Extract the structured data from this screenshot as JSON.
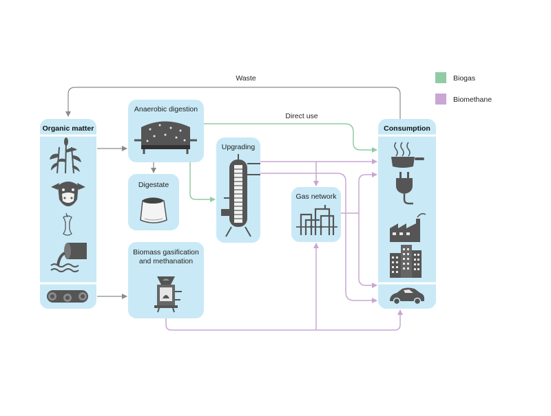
{
  "legend": {
    "biogas": "Biogas",
    "biomethane": "Biomethane"
  },
  "colors": {
    "biogas": "#8fcca4",
    "biomethane": "#c9a6d4",
    "flow": "#8a8a8a",
    "box": "#c9e9f6",
    "icon": "#555555"
  },
  "nodes": {
    "organic_matter": "Organic matter",
    "anaerobic_digestion": "Anaerobic digestion",
    "digestate": "Digestate",
    "upgrading": "Upgrading",
    "gas_network": "Gas network",
    "biomass_gasification_line1": "Biomass gasification",
    "biomass_gasification_line2": "and methanation",
    "consumption": "Consumption"
  },
  "edges": {
    "waste": "Waste",
    "direct_use": "Direct use"
  },
  "icons": {
    "organic": [
      "crop-icon",
      "cow-icon",
      "apple-core-icon",
      "waste-water-icon",
      "wood-logs-icon"
    ],
    "consumption": [
      "cooking-pot-icon",
      "power-plug-icon",
      "factory-icon",
      "building-icon",
      "car-icon"
    ]
  }
}
